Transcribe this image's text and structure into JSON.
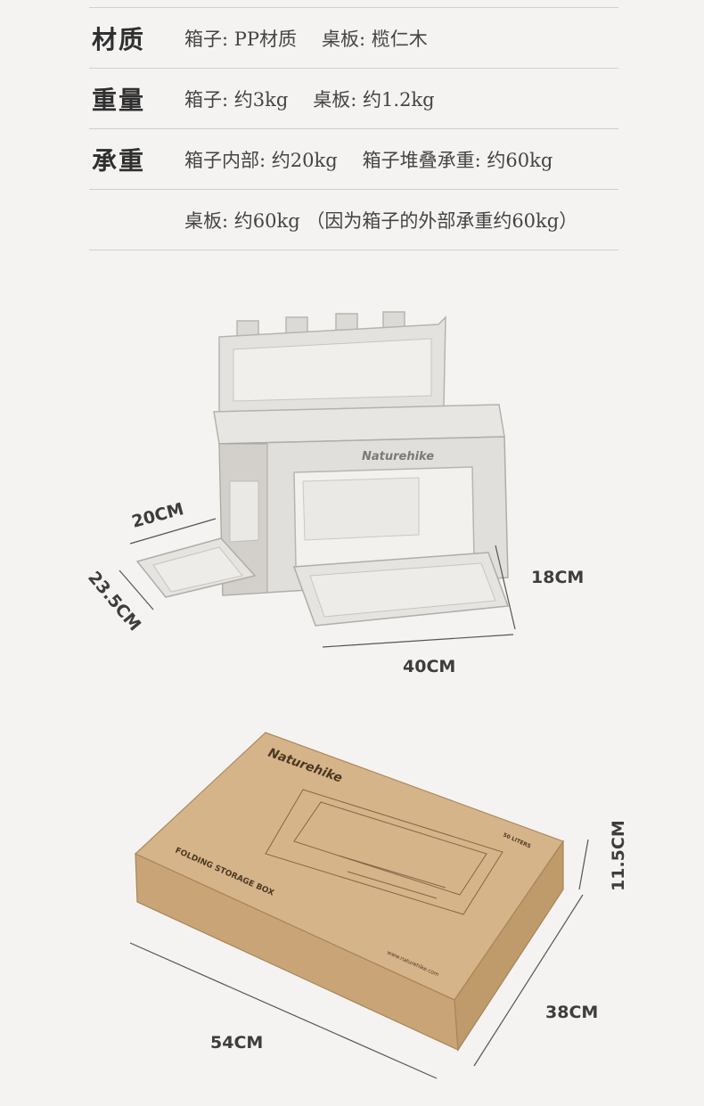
{
  "specs": [
    {
      "key": "材质",
      "values": [
        "箱子: PP材质",
        "桌板: 榄仁木"
      ]
    },
    {
      "key": "重量",
      "values": [
        "箱子: 约3kg",
        "桌板: 约1.2kg"
      ]
    },
    {
      "key": "承重",
      "values": [
        "箱子内部: 约20kg",
        "箱子堆叠承重: 约60kg"
      ]
    },
    {
      "key": "",
      "values": [
        "桌板: 约60kg （因为箱子的外部承重约60kg）"
      ]
    }
  ],
  "box": {
    "brand": "Naturehike",
    "dims": {
      "w20": "20CM",
      "d23": "23.5CM",
      "h18": "18CM",
      "w40": "40CM"
    }
  },
  "package": {
    "brand": "Naturehike",
    "title": "FOLDING STORAGE BOX",
    "capacity": "50 LITERS",
    "url": "www.naturehike.com",
    "dims": {
      "h": "11.5CM",
      "d": "38CM",
      "w": "54CM"
    }
  }
}
